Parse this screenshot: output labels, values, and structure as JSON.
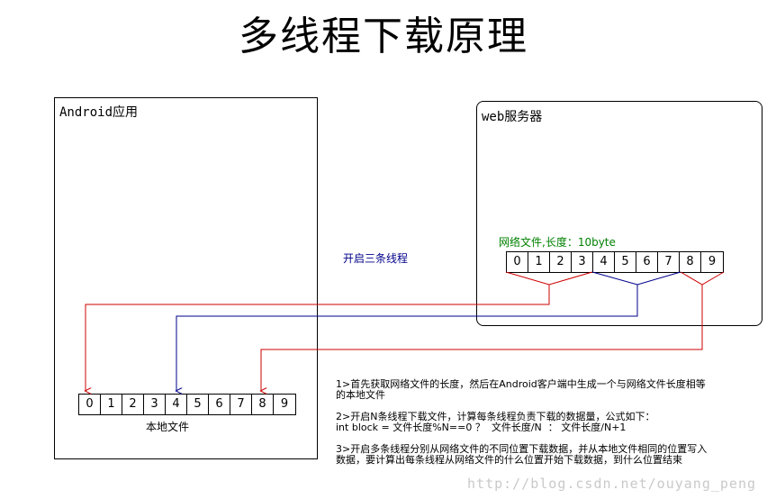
{
  "title": "多线程下载原理",
  "android": {
    "label": "Android应用"
  },
  "web": {
    "label": "web服务器"
  },
  "remote_file": {
    "caption": "网络文件,长度：10byte",
    "cells": [
      "0",
      "1",
      "2",
      "3",
      "4",
      "5",
      "6",
      "7",
      "8",
      "9"
    ]
  },
  "local_file": {
    "caption": "本地文件",
    "cells": [
      "0",
      "1",
      "2",
      "3",
      "4",
      "5",
      "6",
      "7",
      "8",
      "9"
    ]
  },
  "threads_label": "开启三条线程",
  "notes": [
    "1>首先获取网络文件的长度，然后在Android客户端中生成一个与网络文件长度相等的本地文件",
    "2>开启N条线程下载文件，计算每条线程负责下载的数据量，公式如下：\nint block = 文件长度%N==0 ？  文件长度/N  ： 文件长度/N+1",
    "3>开启多条线程分别从网络文件的不同位置下载数据，并从本地文件相同的位置写入数据，要计算出每条线程从网络文件的什么位置开始下载数据，到什么位置结束"
  ],
  "watermark": "http://blog.csdn.net/ouyang_peng",
  "colors": {
    "thread1": "#cc0000",
    "thread2": "#00008b",
    "thread3": "#cc0000",
    "caption_green": "#008000"
  }
}
